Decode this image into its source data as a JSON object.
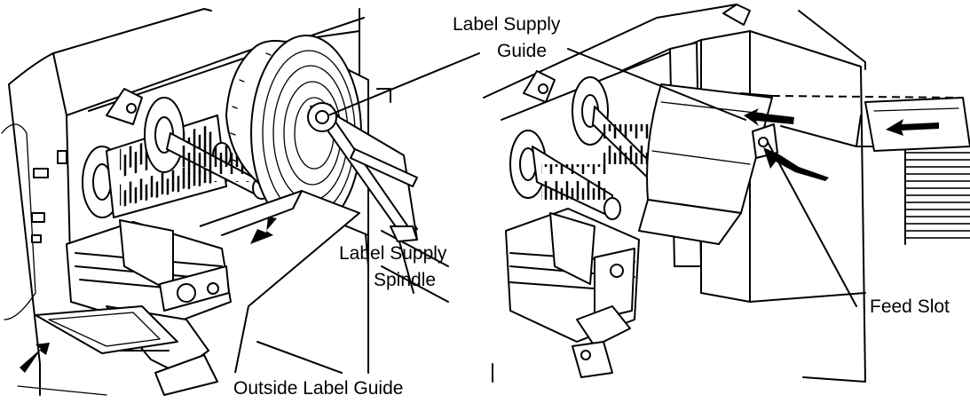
{
  "labels": {
    "label_supply_guide_1": "Label Supply",
    "label_supply_guide_2": "Guide",
    "label_supply_spindle_1": "Label Supply",
    "label_supply_spindle_2": "Spindle",
    "outside_label_guide": "Outside Label Guide",
    "feed_slot": "Feed Slot"
  },
  "colors": {
    "line": "#000000",
    "background": "#ffffff"
  }
}
